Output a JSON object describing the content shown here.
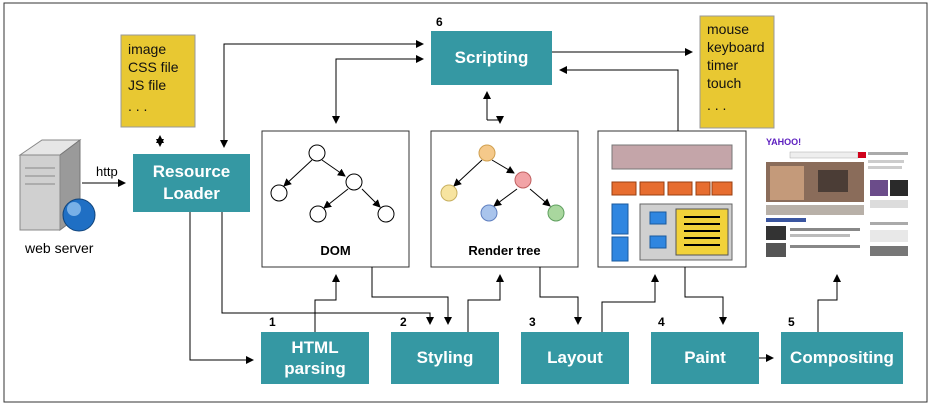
{
  "nodes": {
    "scripting": "Scripting",
    "resource_loader": [
      "Resource",
      "Loader"
    ],
    "html_parsing": [
      "HTML",
      "parsing"
    ],
    "styling": "Styling",
    "layout": "Layout",
    "paint": "Paint",
    "compositing": "Compositing"
  },
  "steps": {
    "html_parsing": "1",
    "styling": "2",
    "layout": "3",
    "paint": "4",
    "compositing": "5",
    "scripting": "6"
  },
  "panels": {
    "dom": "DOM",
    "render_tree": "Render tree"
  },
  "resources_note": [
    "image",
    "CSS file",
    "JS file",
    ". . ."
  ],
  "events_note": [
    "mouse",
    "keyboard",
    "timer",
    "touch",
    ". . ."
  ],
  "server": {
    "protocol": "http",
    "label": "web server"
  },
  "thumbnail": {
    "logo": "YAHOO!"
  },
  "colors": {
    "teal": "#3598a3",
    "note": "#e8c832",
    "node_border": "#333333"
  }
}
